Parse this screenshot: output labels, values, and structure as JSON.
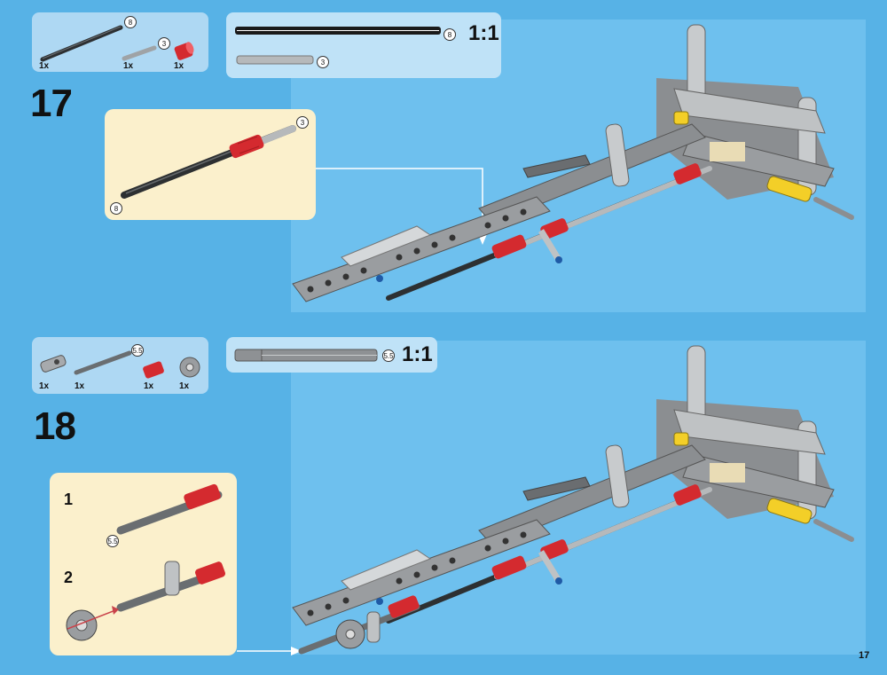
{
  "page_number": "17",
  "steps": [
    {
      "number": "17",
      "parts": [
        {
          "qty": "1x",
          "name": "axle-8",
          "badge": "8"
        },
        {
          "qty": "1x",
          "name": "axle-3",
          "badge": "3"
        },
        {
          "qty": "1x",
          "name": "red-axle-connector"
        }
      ],
      "scale_ratio": "1:1",
      "scale_badges": [
        "8",
        "3"
      ],
      "callout_badges": [
        "3",
        "8"
      ]
    },
    {
      "number": "18",
      "parts": [
        {
          "qty": "1x",
          "name": "cross-block"
        },
        {
          "qty": "1x",
          "name": "axle-5-5",
          "badge": "5.5"
        },
        {
          "qty": "1x",
          "name": "red-axle-connector"
        },
        {
          "qty": "1x",
          "name": "gear-12-tooth"
        }
      ],
      "scale_ratio": "1:1",
      "scale_badges": [
        "5.5"
      ],
      "substeps": [
        {
          "number": "1",
          "badge": "5.5"
        },
        {
          "number": "2"
        }
      ]
    }
  ],
  "colors": {
    "page_background": "#57b2e6",
    "build_panel": "#6ec0ee",
    "parts_box": "#aed8f3",
    "callout": "#fbf0cc",
    "red_part": "#d42a2f",
    "dark_axle": "#3a3d40",
    "light_gray": "#bfc2c4",
    "yellow_part": "#f3cf28",
    "blue_pin": "#1f5aa6"
  },
  "icons": [
    "arrow-icon",
    "gear-icon",
    "axle-icon",
    "connector-icon"
  ]
}
